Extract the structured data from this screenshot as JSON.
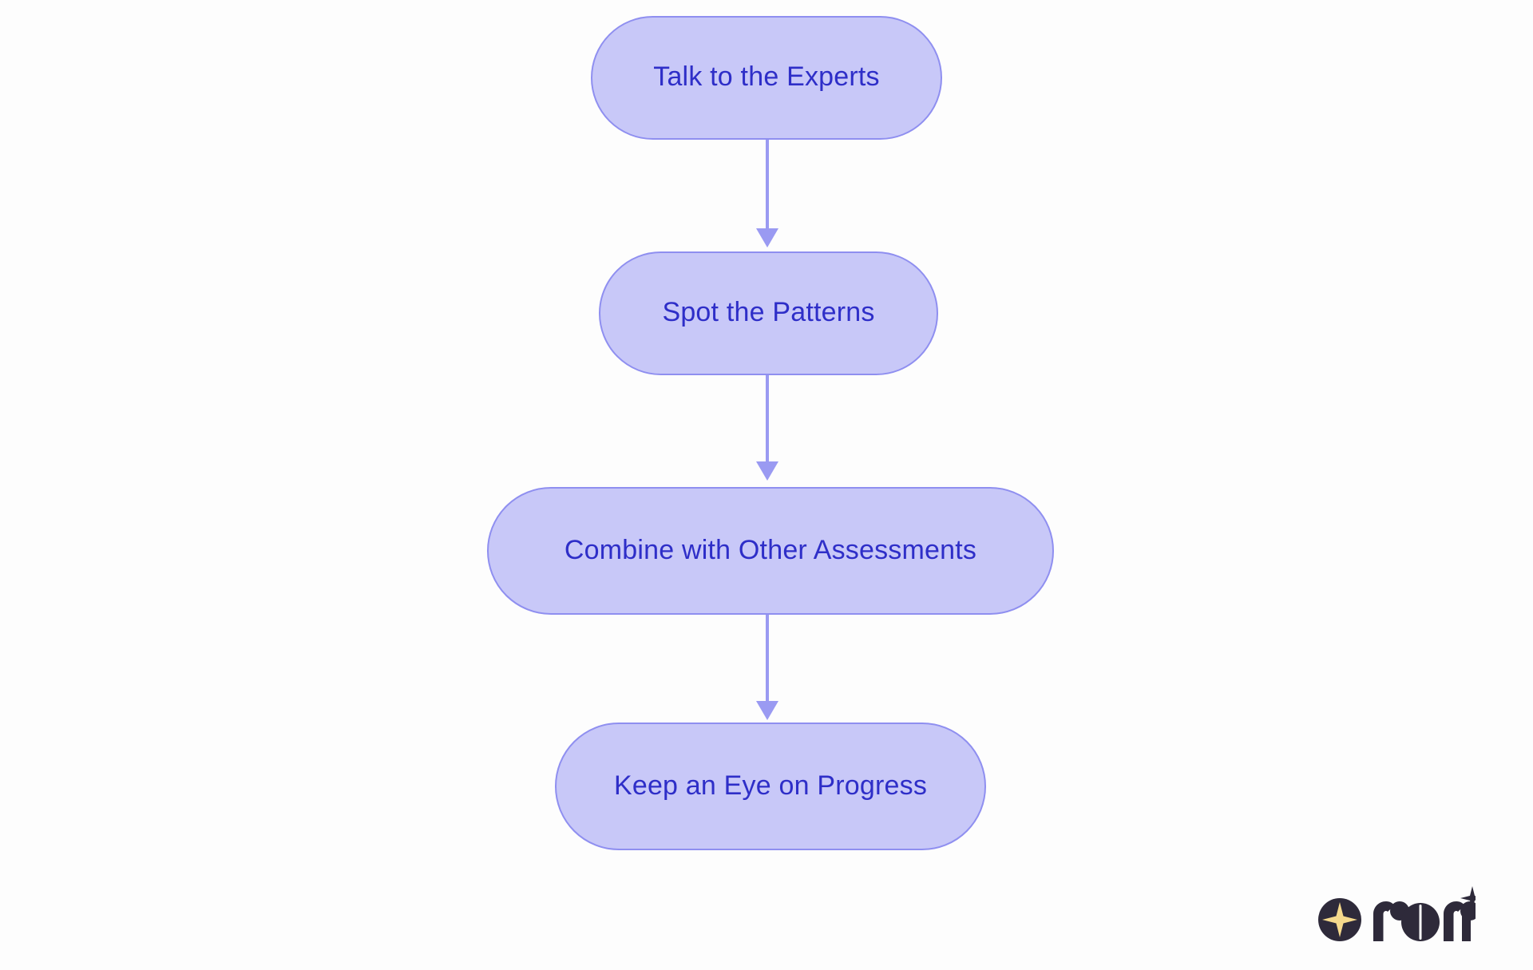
{
  "diagram": {
    "type": "flowchart",
    "orientation": "vertical",
    "background_color": "#fdfdfd",
    "node_fill_color": "#c8c8f8",
    "node_border_color": "#8f8ff0",
    "node_text_color": "#2e2ec8",
    "connector_color": "#9a9af2",
    "nodes": [
      {
        "id": "node-1",
        "label": "Talk to the Experts"
      },
      {
        "id": "node-2",
        "label": "Spot the Patterns"
      },
      {
        "id": "node-3",
        "label": "Combine with Other Assessments"
      },
      {
        "id": "node-4",
        "label": "Keep an Eye on Progress"
      }
    ],
    "edges": [
      {
        "from": "node-1",
        "to": "node-2",
        "style": "arrow-down"
      },
      {
        "from": "node-2",
        "to": "node-3",
        "style": "arrow-down"
      },
      {
        "from": "node-3",
        "to": "node-4",
        "style": "arrow-down"
      }
    ]
  },
  "branding": {
    "wordmark": "rori",
    "mark_color": "#2e2a3a",
    "star_color": "#f5d98c"
  }
}
